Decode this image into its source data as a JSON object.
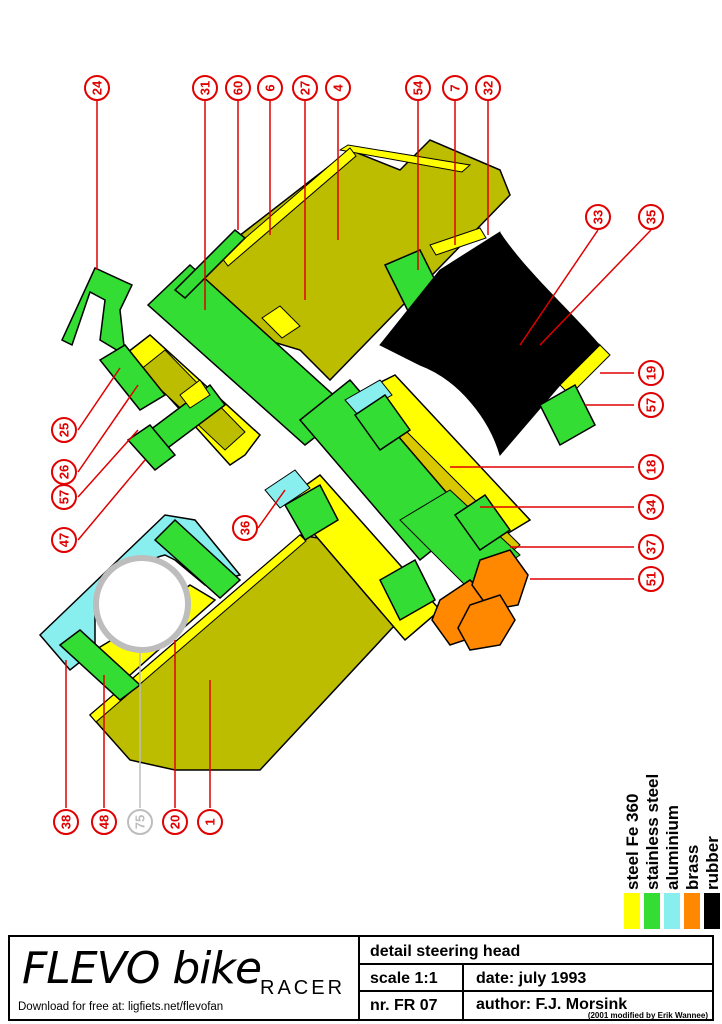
{
  "callouts": {
    "c24": "24",
    "c31": "31",
    "c60": "60",
    "c6": "6",
    "c27": "27",
    "c4": "4",
    "c54": "54",
    "c7": "7",
    "c32": "32",
    "c33": "33",
    "c35": "35",
    "c19": "19",
    "c57r": "57",
    "c18": "18",
    "c34": "34",
    "c37": "37",
    "c51": "51",
    "c36": "36",
    "c25": "25",
    "c26": "26",
    "c57l": "57",
    "c47": "47",
    "c38": "38",
    "c48": "48",
    "c75": "75",
    "c20": "20",
    "c1": "1"
  },
  "legend": [
    {
      "label": "steel Fe 360",
      "color": "#ffff00"
    },
    {
      "label": "stainless steel",
      "color": "#33dd33"
    },
    {
      "label": "aluminium",
      "color": "#88eeee"
    },
    {
      "label": "brass",
      "color": "#ff8800"
    },
    {
      "label": "rubber",
      "color": "#000000"
    }
  ],
  "title_block": {
    "brand": "FLEVO bike",
    "model": "RACER",
    "download": "Download for free at: ligfiets.net/flevofan",
    "title": "detail steering head",
    "scale": "scale 1:1",
    "date": "date: july 1993",
    "number": "nr. FR 07",
    "author": "author: F.J. Morsink",
    "modified": "(2001 modified by Erik Wannee)"
  },
  "colors": {
    "steel": "#ffff00",
    "stainless": "#33dd33",
    "aluminium": "#88eeee",
    "brass": "#ff8800",
    "rubber": "#000000",
    "frame_olive": "#bdbd00",
    "callout_red": "#e00000"
  }
}
